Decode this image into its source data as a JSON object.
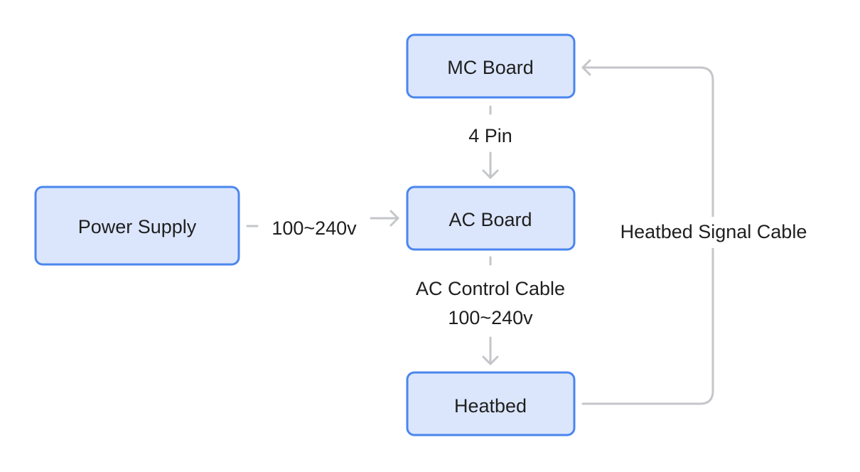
{
  "nodes": {
    "mc_board": "MC Board",
    "ac_board": "AC Board",
    "power_supply": "Power Supply",
    "heatbed": "Heatbed"
  },
  "edges": {
    "mc_to_ac": "4 Pin",
    "power_to_ac": "100~240v",
    "ac_to_heatbed_line1": "AC Control Cable",
    "ac_to_heatbed_line2": "100~240v",
    "heatbed_to_mc": "Heatbed Signal Cable"
  },
  "colors": {
    "node_fill": "#dbe6fc",
    "node_stroke": "#4a86ee",
    "connector": "#c4c6ca",
    "text": "#1f1f1f"
  }
}
